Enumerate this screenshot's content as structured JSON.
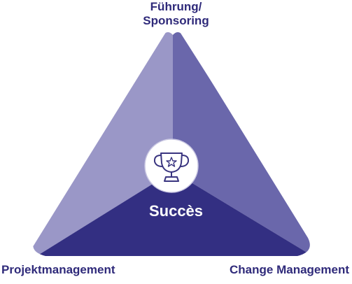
{
  "vertices": {
    "top_line1": "Führung/",
    "top_line2": "Sponsoring",
    "left": "Projektmanagement",
    "right": "Change Management"
  },
  "center": {
    "label": "Succès",
    "icon": "trophy-icon"
  },
  "colors": {
    "label": "#2f2a7a",
    "left_face": "#9a97c7",
    "right_face": "#6a67ab",
    "bottom_face": "#332f82",
    "icon_stroke": "#3a3580"
  }
}
